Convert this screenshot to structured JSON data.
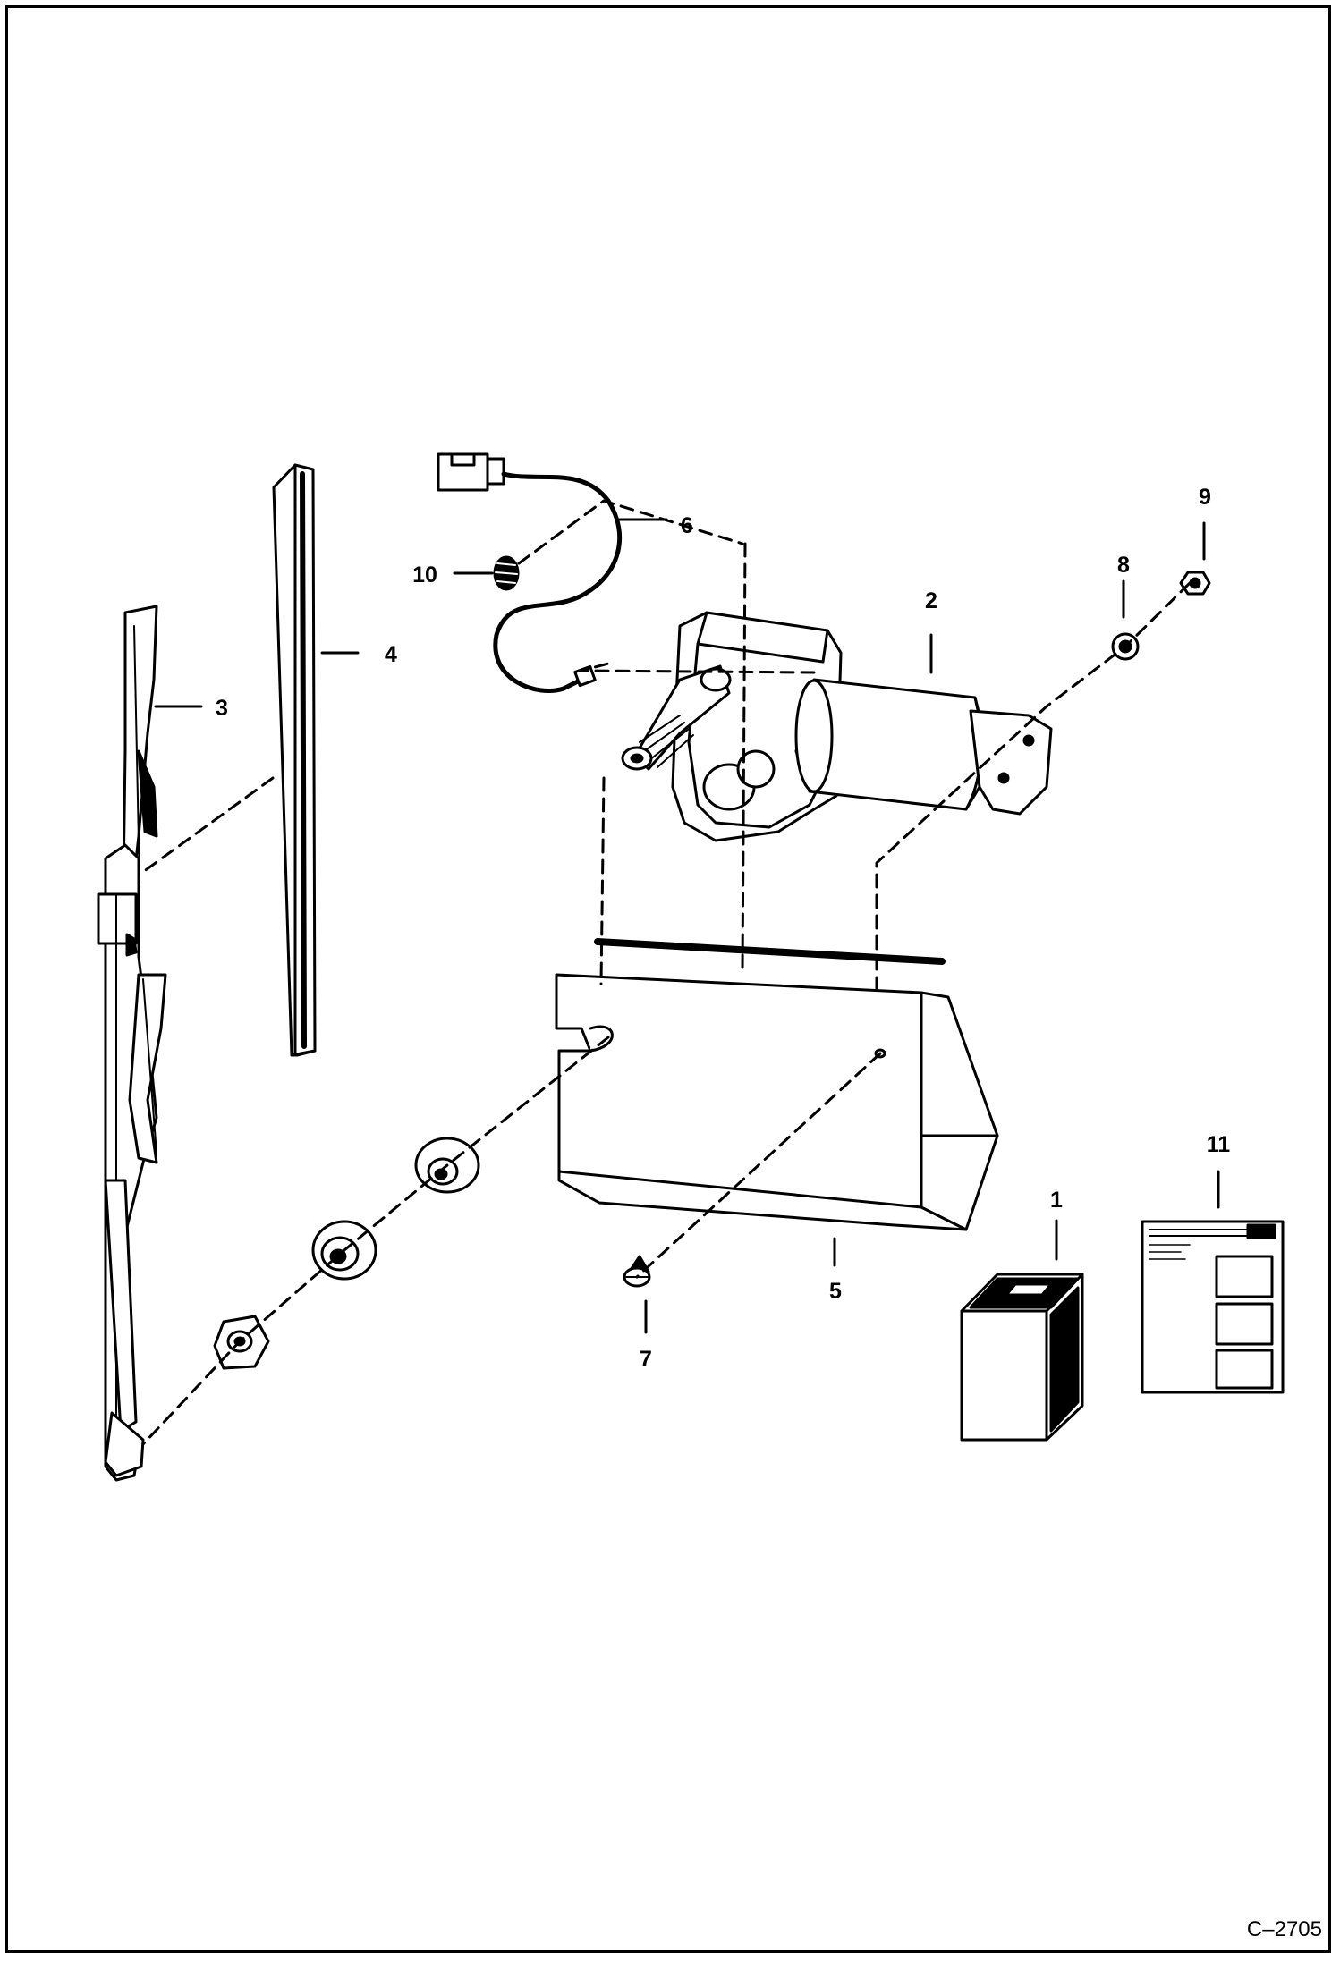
{
  "callouts": {
    "c1": "1",
    "c2": "2",
    "c3": "3",
    "c4": "4",
    "c5": "5",
    "c6": "6",
    "c7": "7",
    "c8": "8",
    "c9": "9",
    "c10": "10",
    "c11": "11"
  },
  "figure_number": "C–2705"
}
